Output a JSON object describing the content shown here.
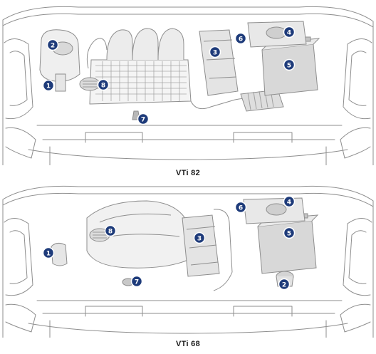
{
  "diagrams": [
    {
      "caption": "VTi 82",
      "markers": [
        {
          "id": "marker-1",
          "label": "1"
        },
        {
          "id": "marker-2",
          "label": "2"
        },
        {
          "id": "marker-3",
          "label": "3"
        },
        {
          "id": "marker-4",
          "label": "4"
        },
        {
          "id": "marker-5",
          "label": "5"
        },
        {
          "id": "marker-6",
          "label": "6"
        },
        {
          "id": "marker-7",
          "label": "7"
        },
        {
          "id": "marker-8",
          "label": "8"
        }
      ]
    },
    {
      "caption": "VTi 68",
      "markers": [
        {
          "id": "marker-1",
          "label": "1"
        },
        {
          "id": "marker-2",
          "label": "2"
        },
        {
          "id": "marker-3",
          "label": "3"
        },
        {
          "id": "marker-4",
          "label": "4"
        },
        {
          "id": "marker-5",
          "label": "5"
        },
        {
          "id": "marker-6",
          "label": "6"
        },
        {
          "id": "marker-7",
          "label": "7"
        },
        {
          "id": "marker-8",
          "label": "8"
        }
      ]
    }
  ],
  "colors": {
    "line": "#8e8e8e",
    "fill_light": "#efefef",
    "fill_mid": "#d9d9d9",
    "fill_dark": "#b8b8b8",
    "marker_fill": "#1e3b7a",
    "marker_stroke": "#ffffff"
  }
}
